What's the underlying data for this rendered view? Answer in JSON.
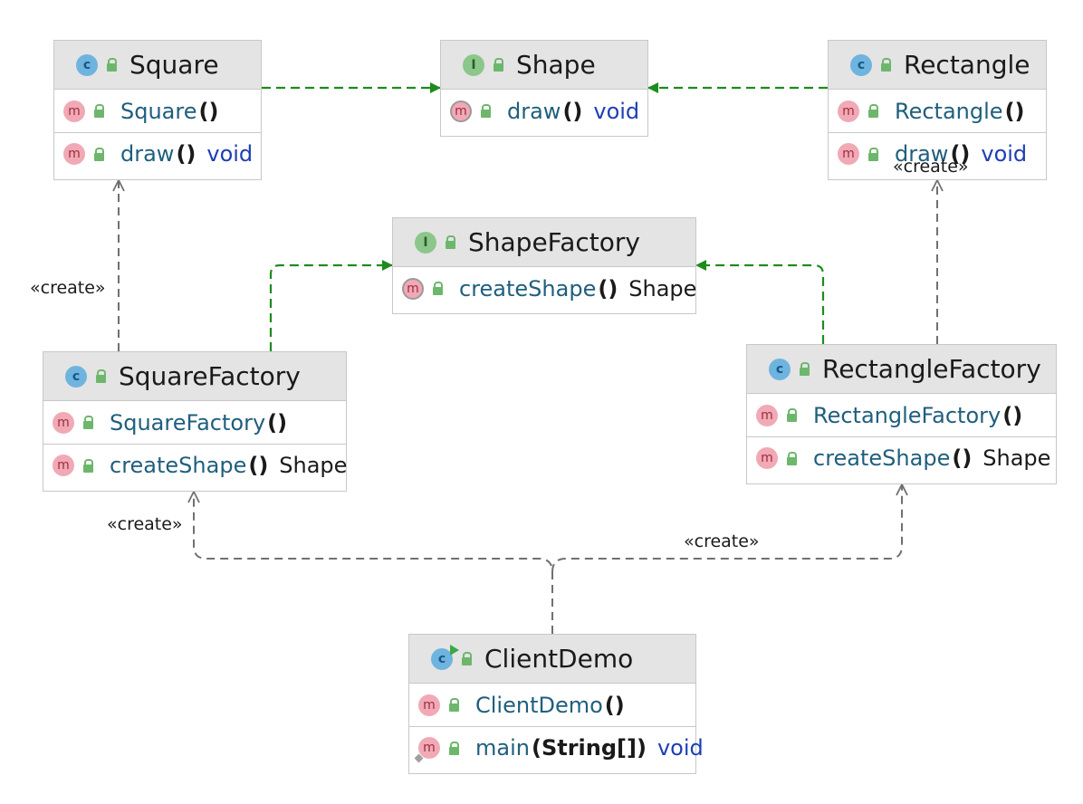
{
  "diagram": {
    "kind": "uml-class-diagram",
    "nodes": [
      {
        "id": "square",
        "kind": "class",
        "name": "Square",
        "members": [
          {
            "name": "Square",
            "params": "()",
            "type": "",
            "abstract": false
          },
          {
            "name": "draw",
            "params": "()",
            "type": "void",
            "abstract": false
          }
        ]
      },
      {
        "id": "shape",
        "kind": "interface",
        "name": "Shape",
        "members": [
          {
            "name": "draw",
            "params": "()",
            "type": "void",
            "abstract": true
          }
        ]
      },
      {
        "id": "rectangle",
        "kind": "class",
        "name": "Rectangle",
        "members": [
          {
            "name": "Rectangle",
            "params": "()",
            "type": "",
            "abstract": false
          },
          {
            "name": "draw",
            "params": "()",
            "type": "void",
            "abstract": false
          }
        ]
      },
      {
        "id": "shape_factory",
        "kind": "interface",
        "name": "ShapeFactory",
        "members": [
          {
            "name": "createShape",
            "params": "()",
            "type": "Shape",
            "abstract": true
          }
        ]
      },
      {
        "id": "square_factory",
        "kind": "class",
        "name": "SquareFactory",
        "members": [
          {
            "name": "SquareFactory",
            "params": "()",
            "type": "",
            "abstract": false
          },
          {
            "name": "createShape",
            "params": "()",
            "type": "Shape",
            "abstract": false
          }
        ]
      },
      {
        "id": "rectangle_factory",
        "kind": "class",
        "name": "RectangleFactory",
        "members": [
          {
            "name": "RectangleFactory",
            "params": "()",
            "type": "",
            "abstract": false
          },
          {
            "name": "createShape",
            "params": "()",
            "type": "Shape",
            "abstract": false
          }
        ]
      },
      {
        "id": "client_demo",
        "kind": "class",
        "name": "ClientDemo",
        "runnable": true,
        "members": [
          {
            "name": "ClientDemo",
            "params": "()",
            "type": "",
            "abstract": false
          },
          {
            "name": "main",
            "params": "(String[])",
            "type": "void",
            "abstract": false,
            "static": true
          }
        ]
      }
    ],
    "edges": [
      {
        "from": "square",
        "to": "shape",
        "type": "realization",
        "label": ""
      },
      {
        "from": "rectangle",
        "to": "shape",
        "type": "realization",
        "label": ""
      },
      {
        "from": "square_factory",
        "to": "shape_factory",
        "type": "realization",
        "label": ""
      },
      {
        "from": "rectangle_factory",
        "to": "shape_factory",
        "type": "realization",
        "label": ""
      },
      {
        "from": "square_factory",
        "to": "square",
        "type": "dependency",
        "label": "«create»"
      },
      {
        "from": "rectangle_factory",
        "to": "rectangle",
        "type": "dependency",
        "label": "«create»"
      },
      {
        "from": "client_demo",
        "to": "square_factory",
        "type": "dependency",
        "label": "«create»"
      },
      {
        "from": "client_demo",
        "to": "rectangle_factory",
        "type": "dependency",
        "label": "«create»"
      }
    ],
    "colors": {
      "realization": "#1e8b1e",
      "dependency": "#707070",
      "header_bg": "#e4e4e4",
      "border": "#c8c8c8",
      "class_badge": "#6fb4df",
      "interface_badge": "#8cc68b",
      "method_badge": "#f1a9b6",
      "visibility_lock": "#6db76c",
      "member_name": "#1f5f7d",
      "void_type": "#1d3fb5"
    }
  }
}
